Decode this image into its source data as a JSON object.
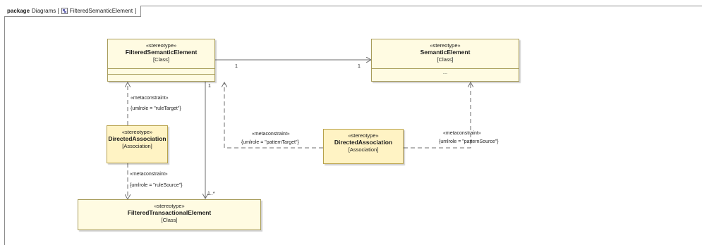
{
  "frame": {
    "keyword": "package",
    "title_prefix": "Diagrams [",
    "diagram_name": "FilteredSemanticElement",
    "title_suffix": "]"
  },
  "classes": {
    "filtered_semantic": {
      "stereotype": "«stereotype»",
      "name": "FilteredSemanticElement",
      "metaclass": "[Class]"
    },
    "semantic": {
      "stereotype": "«stereotype»",
      "name": "SemanticElement",
      "metaclass": "[Class]",
      "more": "..."
    },
    "directed_assoc_left": {
      "stereotype": "«stereotype»",
      "name": "DirectedAssociation",
      "metaclass": "[Association]"
    },
    "directed_assoc_mid": {
      "stereotype": "«stereotype»",
      "name": "DirectedAssociation",
      "metaclass": "[Association]"
    },
    "filtered_transactional": {
      "stereotype": "«stereotype»",
      "name": "FilteredTransactionalElement",
      "metaclass": "[Class]"
    }
  },
  "multiplicities": {
    "fse_to_se_source": "1",
    "fse_to_se_target": "1",
    "fse_to_fte_source": "1",
    "fse_to_fte_target": "1..*"
  },
  "constraints": {
    "rule_target": {
      "stereotype": "«metaconstraint»",
      "value": "{umlrole = \"ruleTarget\"}"
    },
    "rule_source": {
      "stereotype": "«metaconstraint»",
      "value": "{umlrole = \"ruleSource\"}"
    },
    "pattern_target": {
      "stereotype": "«metaconstraint»",
      "value": "{umlrole = \"patternTarget\"}"
    },
    "pattern_source": {
      "stereotype": "«metaconstraint»",
      "value": "{umlrole = \"patternSource\"}"
    }
  },
  "colors": {
    "class_fill": "#fffbe2",
    "association_fill": "#fff3c4",
    "border": "#a89c5a",
    "line": "#6e6e6e"
  },
  "icons": {
    "diagram": "class-diagram-icon"
  }
}
